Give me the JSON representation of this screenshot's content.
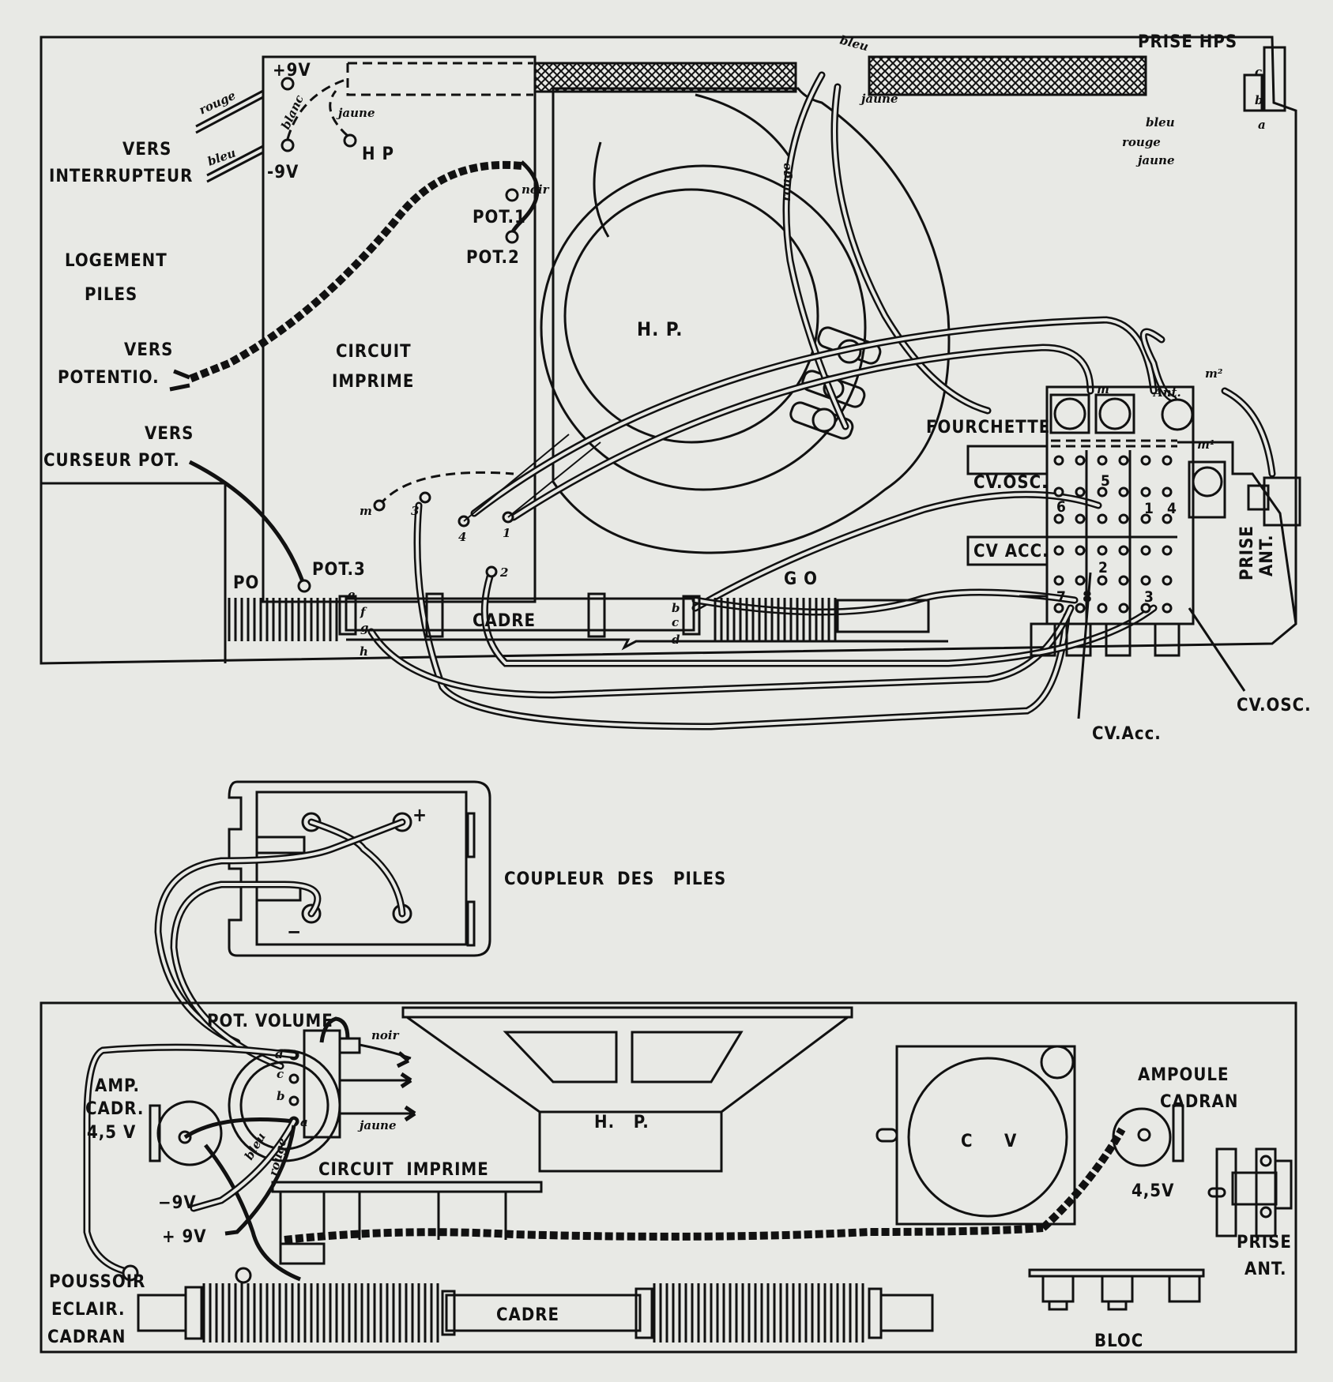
{
  "diagram": {
    "title": "Radio receiver wiring plan (top view and front view)",
    "top_view": {
      "battery_compartment": {
        "line1": "LOGEMENT",
        "line2": "PILES"
      },
      "to_switch": {
        "line1": "VERS",
        "line2": "INTERRUPTEUR"
      },
      "to_potentiometer": {
        "line1": "VERS",
        "line2": "POTENTIO."
      },
      "to_pot_wiper": {
        "line1": "VERS",
        "line2": "CURSEUR POT."
      },
      "printed_circuit": {
        "line1": "CIRCUIT",
        "line2": "IMPRIME"
      },
      "plus_9v": "+9V",
      "minus_9v": "-9V",
      "hp_terminal": "H P",
      "pot1": "POT.1",
      "pot2": "POT.2",
      "pot3": "POT.3",
      "loudspeaker": "H.  P.",
      "hps_jack": "PRISE HPS",
      "hps_pins": [
        "a",
        "b",
        "c"
      ],
      "fork": "FOURCHETTE",
      "cv_osc": "CV.OSC.",
      "cv_acc": "CV ACC.",
      "cv_osc_pointer": "CV.OSC.",
      "cv_acc_pointer": "CV.Acc.",
      "antenna_jack": {
        "line1": "PRISE",
        "line2": "ANT."
      },
      "frame_antenna": "CADRE",
      "po": "PO",
      "go": "G O",
      "pcb_points": [
        "m",
        "3",
        "4",
        "1",
        "2"
      ],
      "frame_pins_left": [
        "e",
        "f",
        "g",
        "h"
      ],
      "frame_pins_right": [
        "b",
        "c",
        "d"
      ],
      "block_numbers": [
        "5",
        "6",
        "1",
        "4",
        "2",
        "7",
        "8",
        "3"
      ],
      "block_marks": {
        "m": "m",
        "ant": "Ant.",
        "m1": "m¹",
        "m2": "m²"
      },
      "wire_colors": {
        "rouge": "rouge",
        "bleu": "bleu",
        "blanc": "blanc",
        "jaune": "jaune",
        "noir": "noir"
      }
    },
    "coupler": {
      "label": "COUPLEUR  DES   PILES",
      "plus": "+",
      "minus": "−"
    },
    "front_view": {
      "volume_pot": "POT. VOLUME",
      "pot_pins": [
        "d",
        "c",
        "b",
        "a"
      ],
      "lamp_left": {
        "line1": "AMP.",
        "line2": "CADR.",
        "line3": "4,5 V"
      },
      "minus_9v": "−9V",
      "plus_9v": "+ 9V",
      "printed_circuit": "CIRCUIT  IMPRIME",
      "loudspeaker": "H.   P.",
      "variable_capacitor": "C     V",
      "lamp_right": {
        "line1": "AMPOULE",
        "line2": "CADRAN",
        "voltage": "4,5V"
      },
      "antenna_jack": {
        "line1": "PRISE",
        "line2": "ANT."
      },
      "pushbutton": {
        "line1": "POUSSOIR",
        "line2": "ECLAIR.",
        "line3": "CADRAN"
      },
      "frame_antenna": "CADRE",
      "block": "BLOC",
      "wire_labels": {
        "noir": "noir",
        "jaune": "jaune",
        "bleu": "bleu",
        "rouge": "rouge"
      }
    }
  }
}
